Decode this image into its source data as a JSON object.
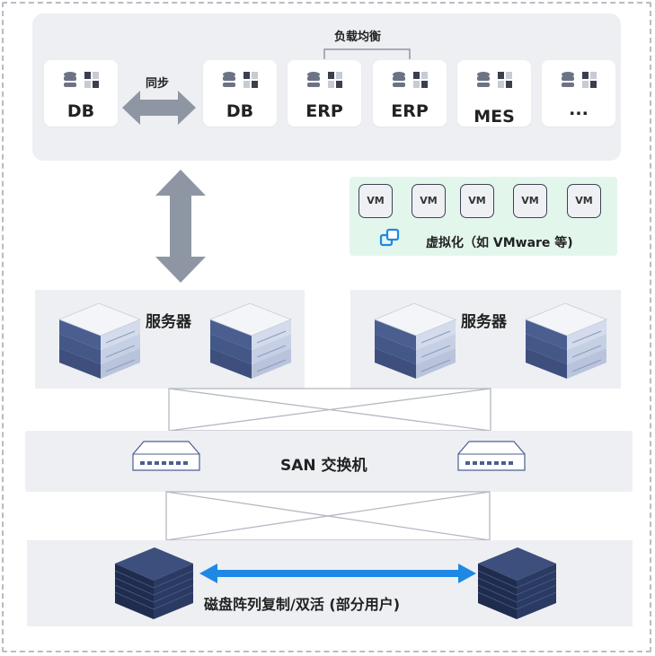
{
  "top": {
    "load_balance_label": "负载均衡",
    "sync_label": "同步",
    "cards": [
      {
        "label": "DB",
        "icon": "database-icon"
      },
      {
        "label": "DB",
        "icon": "database-icon"
      },
      {
        "label": "ERP",
        "icon": "database-icon"
      },
      {
        "label": "ERP",
        "icon": "database-icon"
      },
      {
        "label": "MES",
        "icon": "database-icon"
      },
      {
        "label": "...",
        "icon": "database-icon"
      }
    ]
  },
  "virtualization": {
    "vms": [
      "VM",
      "VM",
      "VM",
      "VM",
      "VM"
    ],
    "label": "虚拟化（如 VMware 等)",
    "icon": "virtualization-icon",
    "accent": "#1e88e5"
  },
  "servers": [
    {
      "label": "服务器"
    },
    {
      "label": "服务器"
    }
  ],
  "san": {
    "label": "SAN 交换机"
  },
  "storage": {
    "label": "磁盘阵列复制/双活 (部分用户)",
    "arrow_color": "#1e88e5"
  },
  "colors": {
    "panel": "#eeeff3",
    "gray_arrow": "#8e96a3",
    "server_blue": "#3e4f7e",
    "vm_panel": "#e3f6ec"
  }
}
